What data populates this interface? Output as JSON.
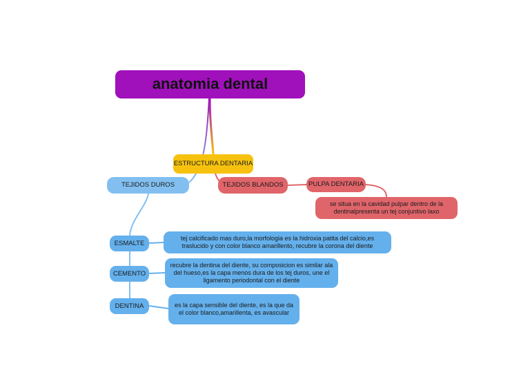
{
  "title": "anatomia dental",
  "nodes": {
    "estructura": "ESTRUCTURA DENTARIA",
    "tejidos_duros": "TEJIDOS DUROS",
    "tejidos_blandos": "TEJIDOS BLANDOS",
    "pulpa": "PULPA DENTARIA",
    "pulpa_desc": "se situa en la cavidad pulpar dentro de la dentinalpresenta un tej conjuntivo laxo",
    "esmalte": "ESMALTE",
    "esmalte_desc": "tej calcificado mas duro,la morfologia es la hidroxia patita del calcio,es traslucido y con color blanco amarillento, recubre la corona del diente",
    "cemento": "CEMENTO",
    "cemento_desc": "recubre la dentina del diente, su composicion es similar ala del hueso,es la capa menos dura de los tej duros, une el ligamento periodontal con el diente",
    "dentina": "DENTINA",
    "dentina_desc": "es la capa sensible del diente, es la que da el color blanco,amarillenta, es avascular"
  },
  "colors": {
    "root": "#a010bb",
    "estructura": "#f6c20f",
    "tejidos_duros": "#82bff0",
    "tejidos_blandos": "#e0656a",
    "hard_children": "#64b0ec"
  }
}
